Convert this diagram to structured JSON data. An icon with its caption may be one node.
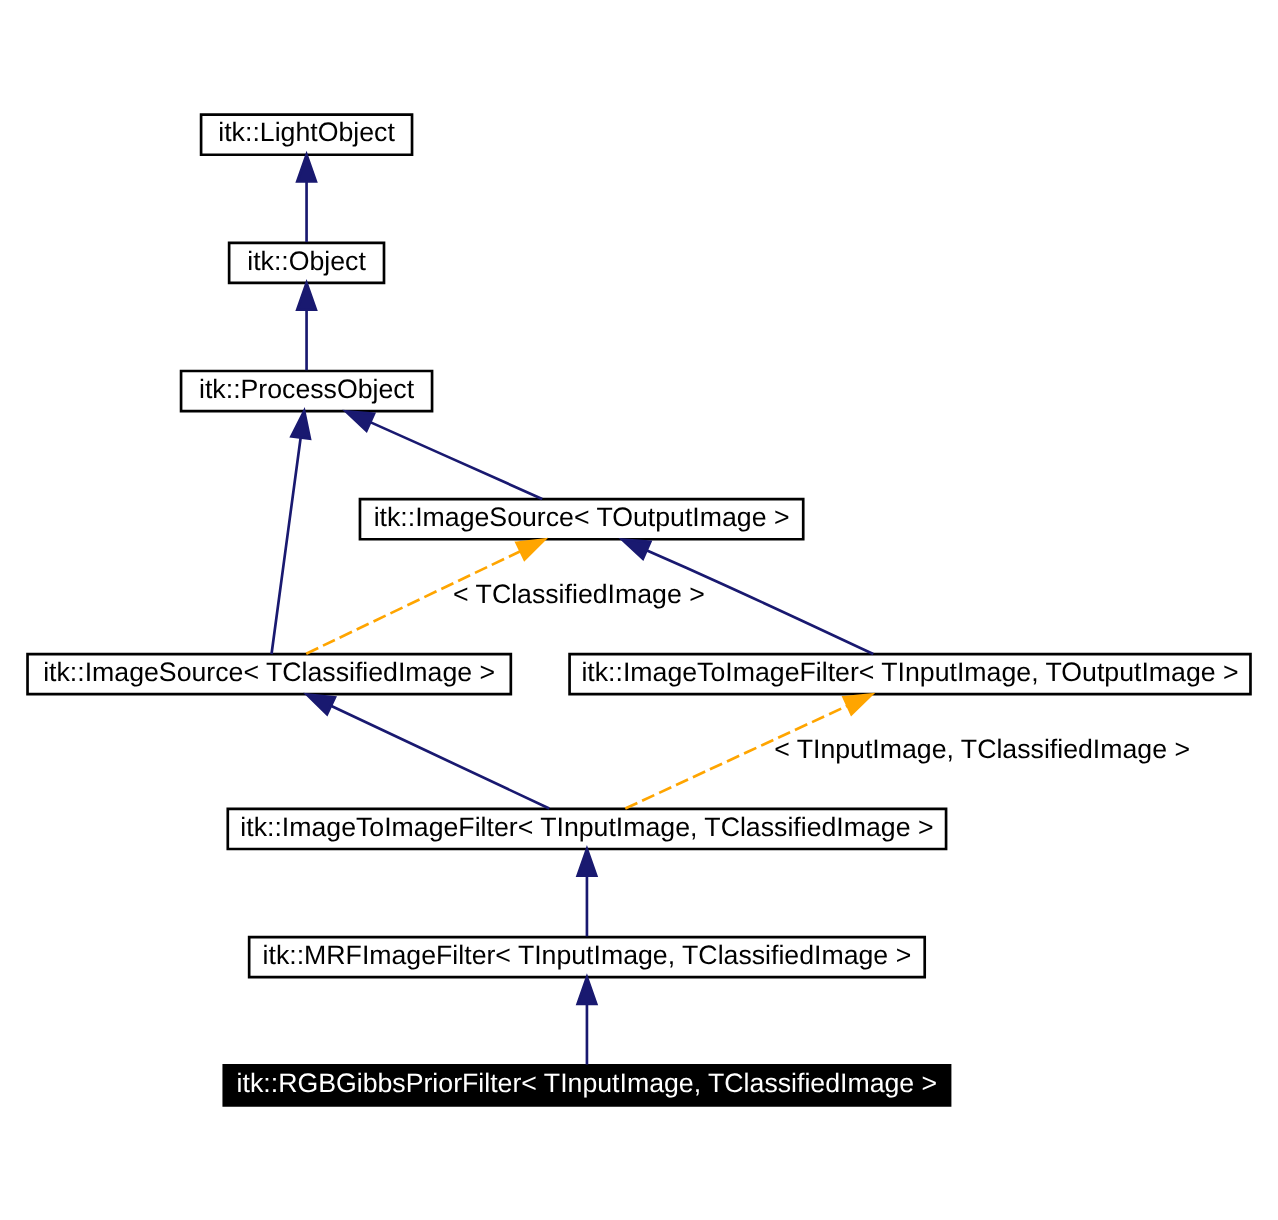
{
  "diagram": {
    "nodes": [
      {
        "text": [
          "itk::LightObject"
        ]
      },
      {
        "text": [
          "itk::Object"
        ]
      },
      {
        "text": [
          "itk::ProcessObject"
        ]
      },
      {
        "text": [
          "itk::ImageSource< TOutputImage >"
        ]
      },
      {
        "text": [
          "itk::ImageSource< TClassifiedImage >"
        ]
      },
      {
        "text": [
          "itk::ImageToImageFilter< TInputImage, TOutputImage >"
        ]
      },
      {
        "text": [
          "itk::ImageToImageFilter< TInputImage, TClassifiedImage >"
        ]
      },
      {
        "text": [
          "itk::MRFImageFilter< TInputImage, TClassifiedImage >"
        ]
      },
      {
        "text": [
          "itk::RGBGibbsPriorFilter< TInputImage, TClassifiedImage >"
        ]
      }
    ],
    "edges": [
      {
        "from": 1,
        "to": 0,
        "arrow": "to"
      },
      {
        "from": 2,
        "to": 1,
        "arrow": "to"
      },
      {
        "from": 3,
        "to": 2,
        "arrow": "to"
      },
      {
        "from": 4,
        "to": 2,
        "arrow": "to"
      },
      {
        "from": 4,
        "to": 3,
        "arrow": "to",
        "label": "< TClassifiedImage >",
        "style": "dashed",
        "color": "#ffa500"
      },
      {
        "from": 5,
        "to": 3,
        "arrow": "to"
      },
      {
        "from": 6,
        "to": 4,
        "arrow": "to"
      },
      {
        "from": 6,
        "to": 5,
        "arrow": "to",
        "label": "< TInputImage, TClassifiedImage >",
        "style": "dashed",
        "color": "#ffa500"
      },
      {
        "from": 7,
        "to": 6,
        "arrow": "to"
      },
      {
        "from": 8,
        "to": 7,
        "arrow": "to"
      }
    ]
  }
}
